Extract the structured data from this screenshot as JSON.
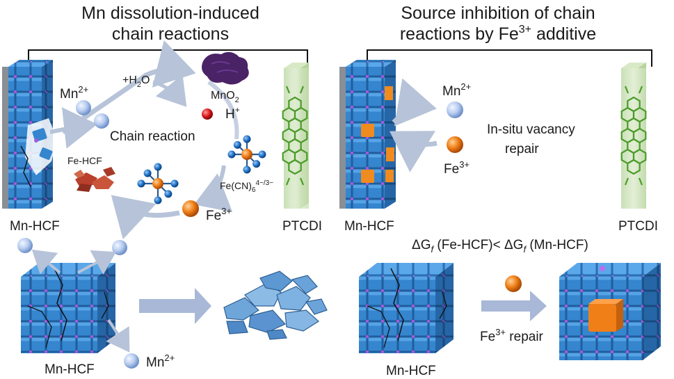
{
  "left": {
    "title_line1": "Mn dissolution-induced",
    "title_line2": "chain reactions",
    "electrode_label": "Mn-HCF",
    "pair_label": "PTCDI",
    "mn_ion": "Mn",
    "mn_charge": "2+",
    "water_label": "+H",
    "water_sub": "2",
    "water_tail": "O",
    "mno2_label": "MnO",
    "mno2_sub": "2",
    "proton_label": "H",
    "proton_charge": "+",
    "chain_label": "Chain reaction",
    "fehcf_label": "Fe-HCF",
    "fecn_label": "Fe(CN)",
    "fecn_sub": "6",
    "fecn_charge": "4−/3−",
    "fe_ion": "Fe",
    "fe_charge": "3+",
    "bottom_cube_label": "Mn-HCF",
    "bottom_mn_ion": "Mn",
    "bottom_mn_charge": "2+"
  },
  "right": {
    "title_line1": "Source inhibition of chain",
    "title_line2_a": "reactions by Fe",
    "title_line2_sup": "3+",
    "title_line2_b": " additive",
    "electrode_label": "Mn-HCF",
    "pair_label": "PTCDI",
    "mn_ion": "Mn",
    "mn_charge": "2+",
    "fe_ion": "Fe",
    "fe_charge": "3+",
    "repair_line1": "In-situ vacancy",
    "repair_line2": "repair",
    "gibbs_delta": "ΔG",
    "gibbs_sub": "f",
    "gibbs_mid": " (Fe-HCF)< ",
    "gibbs_delta2": "ΔG",
    "gibbs_sub2": "f",
    "gibbs_end": " (Mn-HCF)",
    "bottom_cube_label": "Mn-HCF",
    "repair_arrow_ion": "Fe",
    "repair_arrow_charge": "3+",
    "repair_arrow_text": " repair"
  },
  "colors": {
    "cube_blue": "#2f7fc4",
    "node_purple": "#9a4fd6",
    "fe_orange": "#f07f17",
    "mn_sphere": "#b8cdf0",
    "ptcdi_green": "#4c9b2a",
    "arrow_gray": "#b7c3d8",
    "proton_red": "#d8171b"
  }
}
